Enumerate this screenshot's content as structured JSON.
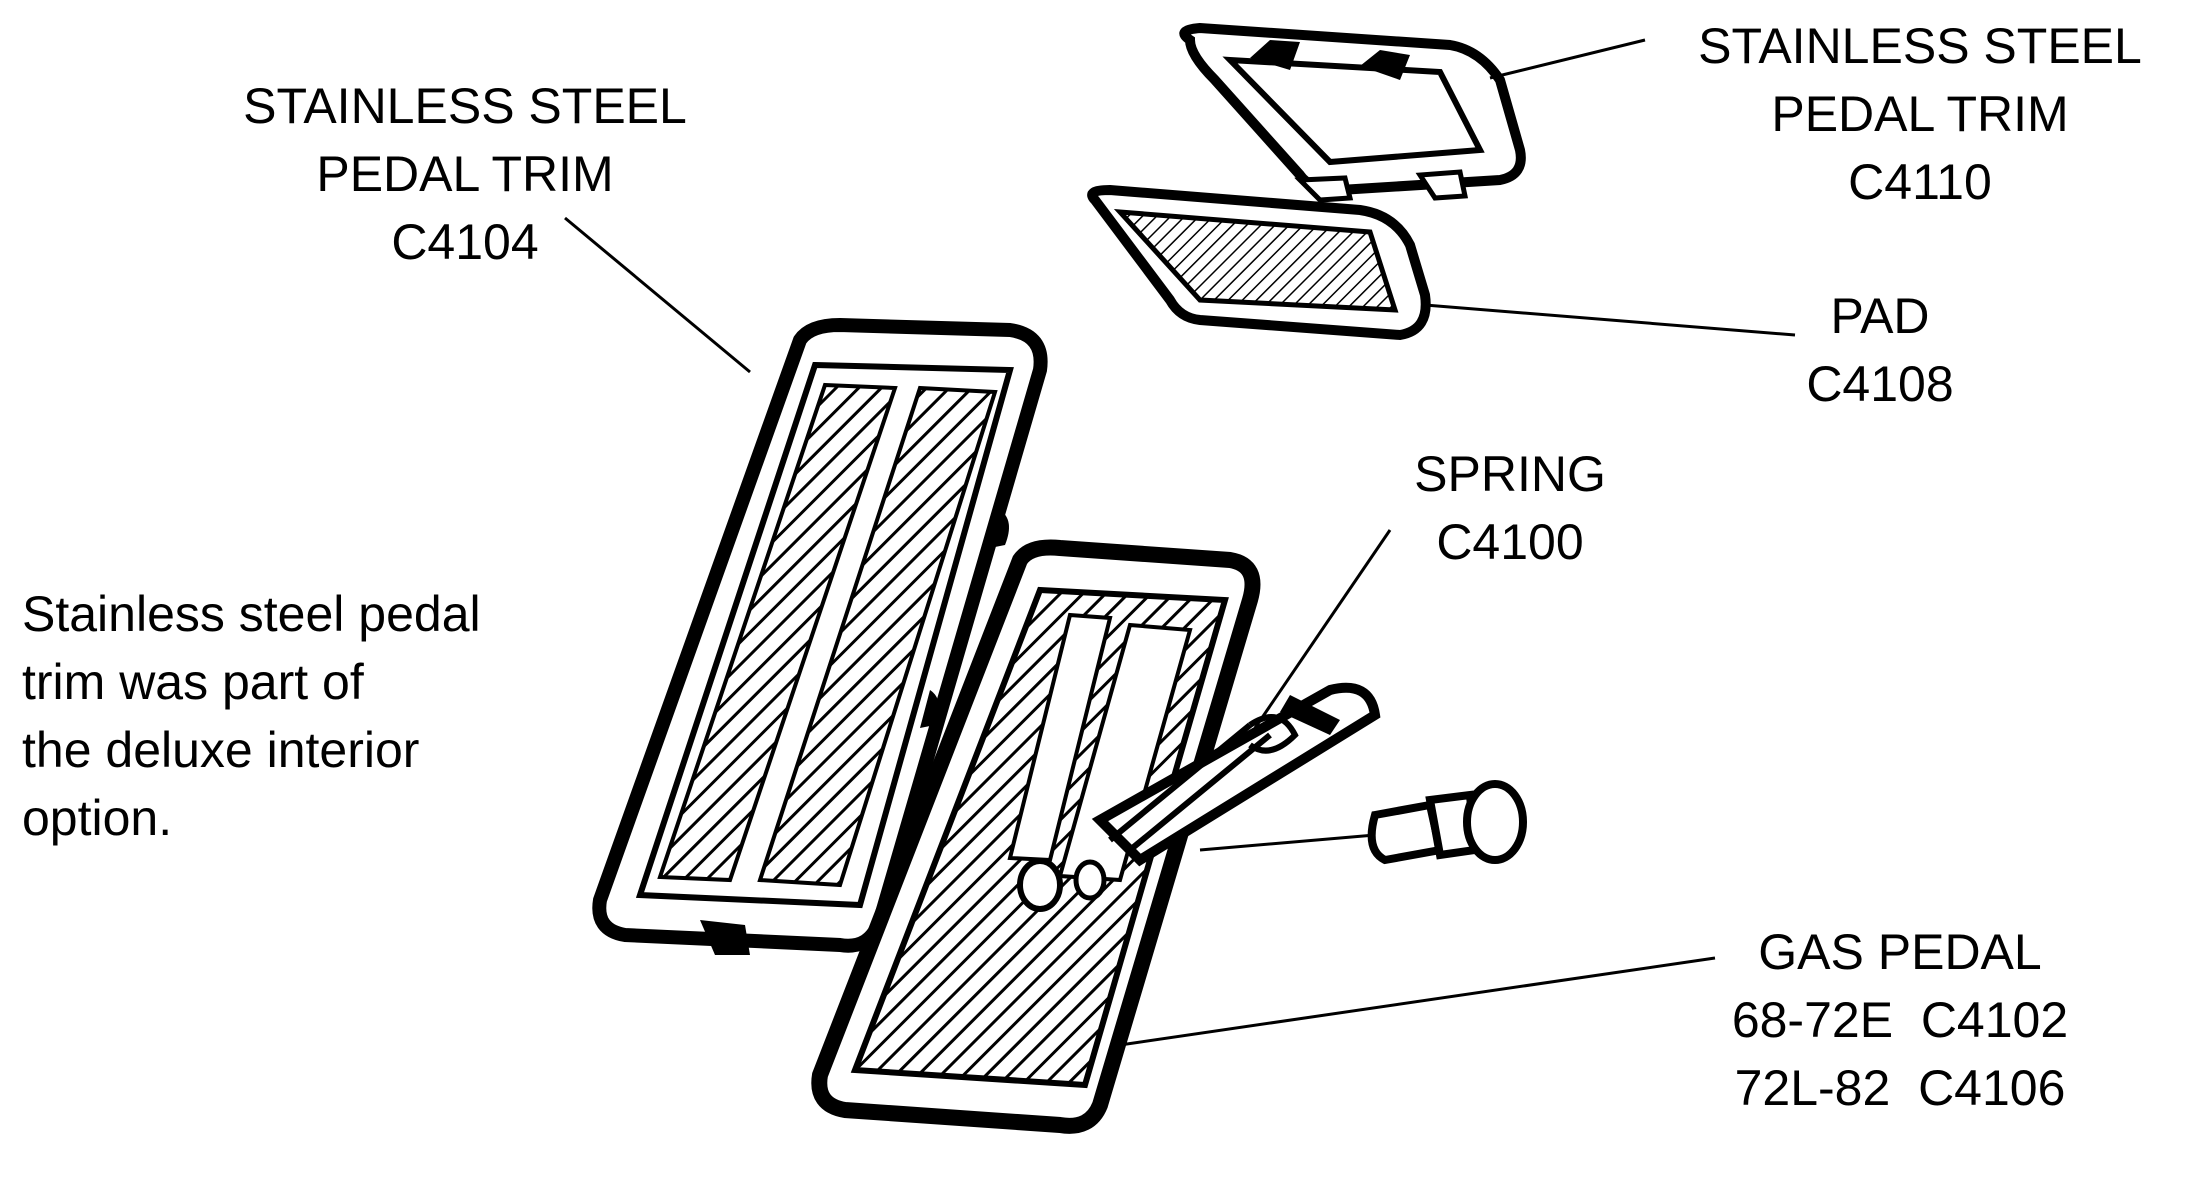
{
  "labels": {
    "trim_c4104": {
      "line1": "STAINLESS STEEL",
      "line2": "PEDAL TRIM",
      "line3": "C4104"
    },
    "trim_c4110": {
      "line1": "STAINLESS STEEL",
      "line2": "PEDAL TRIM",
      "line3": "C4110"
    },
    "pad": {
      "line1": "PAD",
      "line2": "C4108"
    },
    "spring": {
      "line1": "SPRING",
      "line2": "C4100"
    },
    "gas_pedal": {
      "line1": "GAS PEDAL",
      "line2": "68-72E  C4102",
      "line3": "72L-82  C4106"
    }
  },
  "note": {
    "line1": "Stainless steel pedal",
    "line2": "trim was part of",
    "line3": "the deluxe interior",
    "line4": "option."
  },
  "colors": {
    "ink": "#000000",
    "paper": "#ffffff"
  }
}
